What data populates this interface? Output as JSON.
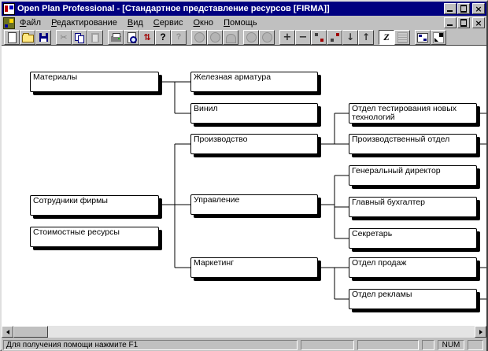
{
  "window": {
    "title": "Open Plan Professional - [Стандартное представление ресурсов [FIRMA]]"
  },
  "menu": {
    "items": [
      {
        "name": "file",
        "hotkey": "Ф",
        "rest": "айл"
      },
      {
        "name": "edit",
        "hotkey": "Р",
        "rest": "едактирование"
      },
      {
        "name": "view",
        "hotkey": "В",
        "rest": "ид"
      },
      {
        "name": "service",
        "hotkey": "С",
        "rest": "ервис"
      },
      {
        "name": "window",
        "hotkey": "О",
        "rest": "кно"
      },
      {
        "name": "help",
        "hotkey": "П",
        "rest": "омощь"
      }
    ]
  },
  "toolbar": {
    "buttons": [
      {
        "name": "new",
        "disabled": false
      },
      {
        "name": "open",
        "disabled": false
      },
      {
        "name": "save",
        "disabled": false
      },
      {
        "name": "cut",
        "glyph": "✂",
        "disabled": true,
        "group_start": true
      },
      {
        "name": "copy",
        "disabled": false
      },
      {
        "name": "paste",
        "disabled": true
      },
      {
        "name": "print",
        "disabled": false,
        "group_start": true
      },
      {
        "name": "preview",
        "disabled": false
      },
      {
        "name": "refresh",
        "glyph": "⇅",
        "disabled": false
      },
      {
        "name": "help",
        "glyph": "?",
        "disabled": false
      },
      {
        "name": "context-help",
        "glyph": "?",
        "disabled": true
      },
      {
        "name": "view-res",
        "disabled": true,
        "group_start": true
      },
      {
        "name": "view-q",
        "disabled": true
      },
      {
        "name": "view-arch",
        "disabled": true
      },
      {
        "name": "view-4",
        "disabled": true,
        "group_start": true
      },
      {
        "name": "view-5",
        "disabled": true
      },
      {
        "name": "add",
        "glyph": "+",
        "disabled": false,
        "group_start": true
      },
      {
        "name": "remove",
        "glyph": "−",
        "disabled": false
      },
      {
        "name": "link",
        "disabled": false
      },
      {
        "name": "unlink",
        "disabled": false
      },
      {
        "name": "move-down",
        "glyph": "↓",
        "disabled": false
      },
      {
        "name": "move-up",
        "glyph": "↑",
        "disabled": false
      },
      {
        "name": "sort",
        "glyph": "Z",
        "disabled": false,
        "pressed": true,
        "group_start": true
      },
      {
        "name": "notes",
        "disabled": true
      },
      {
        "name": "arrange",
        "disabled": false,
        "group_start": true
      },
      {
        "name": "fit",
        "disabled": false
      }
    ]
  },
  "tree": {
    "nodes": {
      "materialy": {
        "label": "Материалы"
      },
      "sotrudniki": {
        "label": "Сотрудники фирмы"
      },
      "stoimostnye": {
        "label": "Стоимостные ресурсы"
      },
      "zheleznaya": {
        "label": "Железная арматура"
      },
      "vinil": {
        "label": "Винил"
      },
      "proizvodstvo": {
        "label": "Производство"
      },
      "upravlenie": {
        "label": "Управление"
      },
      "marketing": {
        "label": "Маркетинг"
      },
      "otdel_test": {
        "label": "Отдел тестирования новых технологий"
      },
      "proizv_otdel": {
        "label": "Производственный отдел"
      },
      "gen_director": {
        "label": "Генеральный директор"
      },
      "glav_buhgalter": {
        "label": "Главный бухгалтер"
      },
      "sekretar": {
        "label": "Секретарь"
      },
      "otdel_prodazh": {
        "label": "Отдел продаж"
      },
      "otdel_reklamy": {
        "label": "Отдел рекламы"
      }
    },
    "edges": [
      [
        "materialy",
        "zheleznaya"
      ],
      [
        "materialy",
        "vinil"
      ],
      [
        "sotrudniki",
        "proizvodstvo"
      ],
      [
        "sotrudniki",
        "upravlenie"
      ],
      [
        "sotrudniki",
        "marketing"
      ],
      [
        "proizvodstvo",
        "otdel_test"
      ],
      [
        "proizvodstvo",
        "proizv_otdel"
      ],
      [
        "upravlenie",
        "gen_director"
      ],
      [
        "upravlenie",
        "glav_buhgalter"
      ],
      [
        "upravlenie",
        "sekretar"
      ],
      [
        "marketing",
        "otdel_prodazh"
      ],
      [
        "marketing",
        "otdel_reklamy"
      ]
    ]
  },
  "statusbar": {
    "help_text": "Для получения помощи нажмите F1",
    "num": "NUM"
  },
  "colors": {
    "titlebar": "#000080",
    "chrome": "#c0c0c0",
    "canvas": "#ffffff",
    "node_border": "#000000"
  }
}
